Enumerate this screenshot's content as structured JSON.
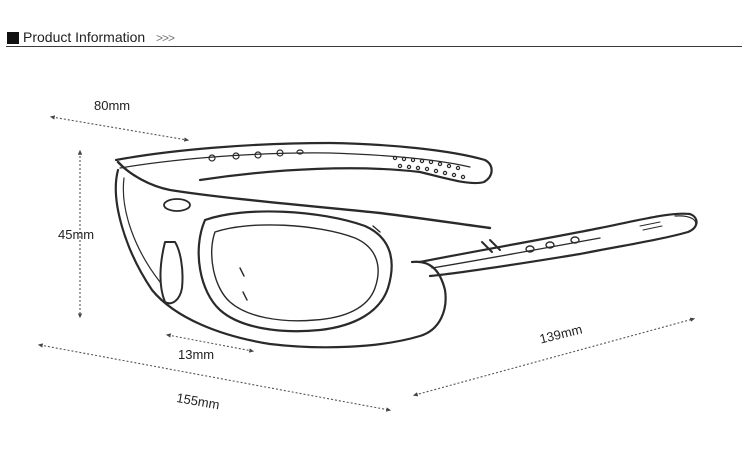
{
  "header": {
    "title": "Product Information",
    "arrows": ">>>"
  },
  "dimensions": {
    "width_top": "80mm",
    "height": "45mm",
    "bridge": "13mm",
    "total_width": "155mm",
    "temple_length": "139mm"
  },
  "colors": {
    "line": "#2a2a2a",
    "dim_line": "#555555",
    "background": "#ffffff"
  },
  "illustration": "sunglasses-line-drawing"
}
